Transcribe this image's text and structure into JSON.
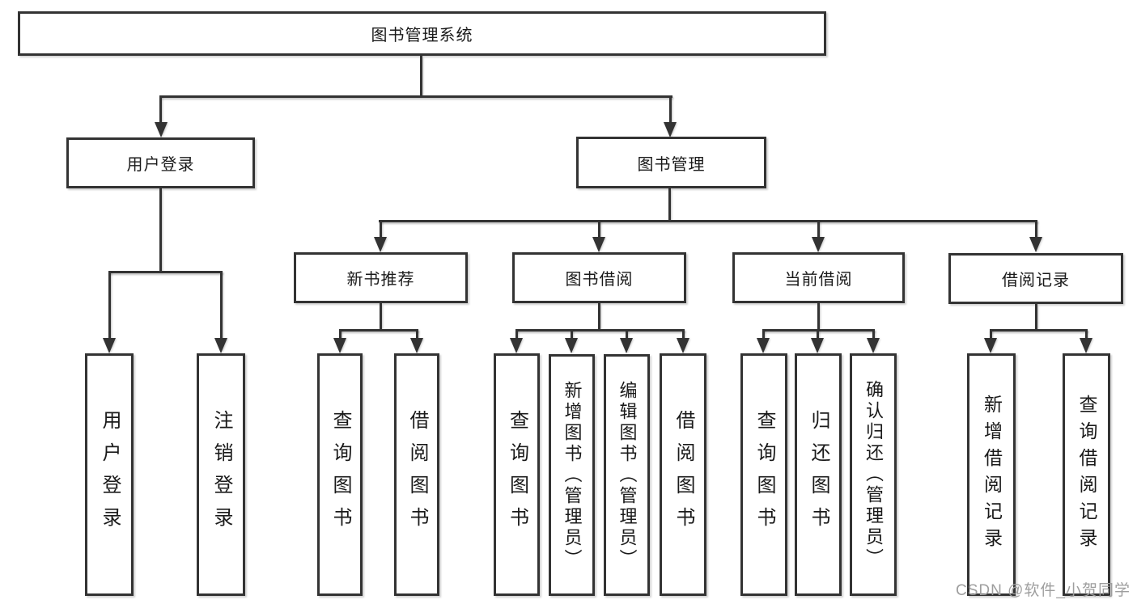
{
  "diagram_title": "图书管理系统",
  "tree": {
    "root": {
      "label": "图书管理系统"
    },
    "children": [
      {
        "label": "用户登录",
        "children": [
          {
            "label": "用户登录"
          },
          {
            "label": "注销登录"
          }
        ]
      },
      {
        "label": "图书管理",
        "children": [
          {
            "label": "新书推荐",
            "children": [
              {
                "label": "查询图书"
              },
              {
                "label": "借阅图书"
              }
            ]
          },
          {
            "label": "图书借阅",
            "children": [
              {
                "label": "查询图书"
              },
              {
                "label": "新增图书（管理员）"
              },
              {
                "label": "编辑图书（管理员）"
              },
              {
                "label": "借阅图书"
              }
            ]
          },
          {
            "label": "当前借阅",
            "children": [
              {
                "label": "查询图书"
              },
              {
                "label": "归还图书"
              },
              {
                "label": "确认归还（管理员）"
              }
            ]
          },
          {
            "label": "借阅记录",
            "children": [
              {
                "label": "新增借阅记录"
              },
              {
                "label": "查询借阅记录"
              }
            ]
          }
        ]
      }
    ]
  },
  "watermark": {
    "text": "CSDN @软件_小贺同学"
  },
  "colors": {
    "line": "#333333",
    "text": "#1a1a1a",
    "background": "#ffffff",
    "watermark": "#9e9e9e"
  }
}
